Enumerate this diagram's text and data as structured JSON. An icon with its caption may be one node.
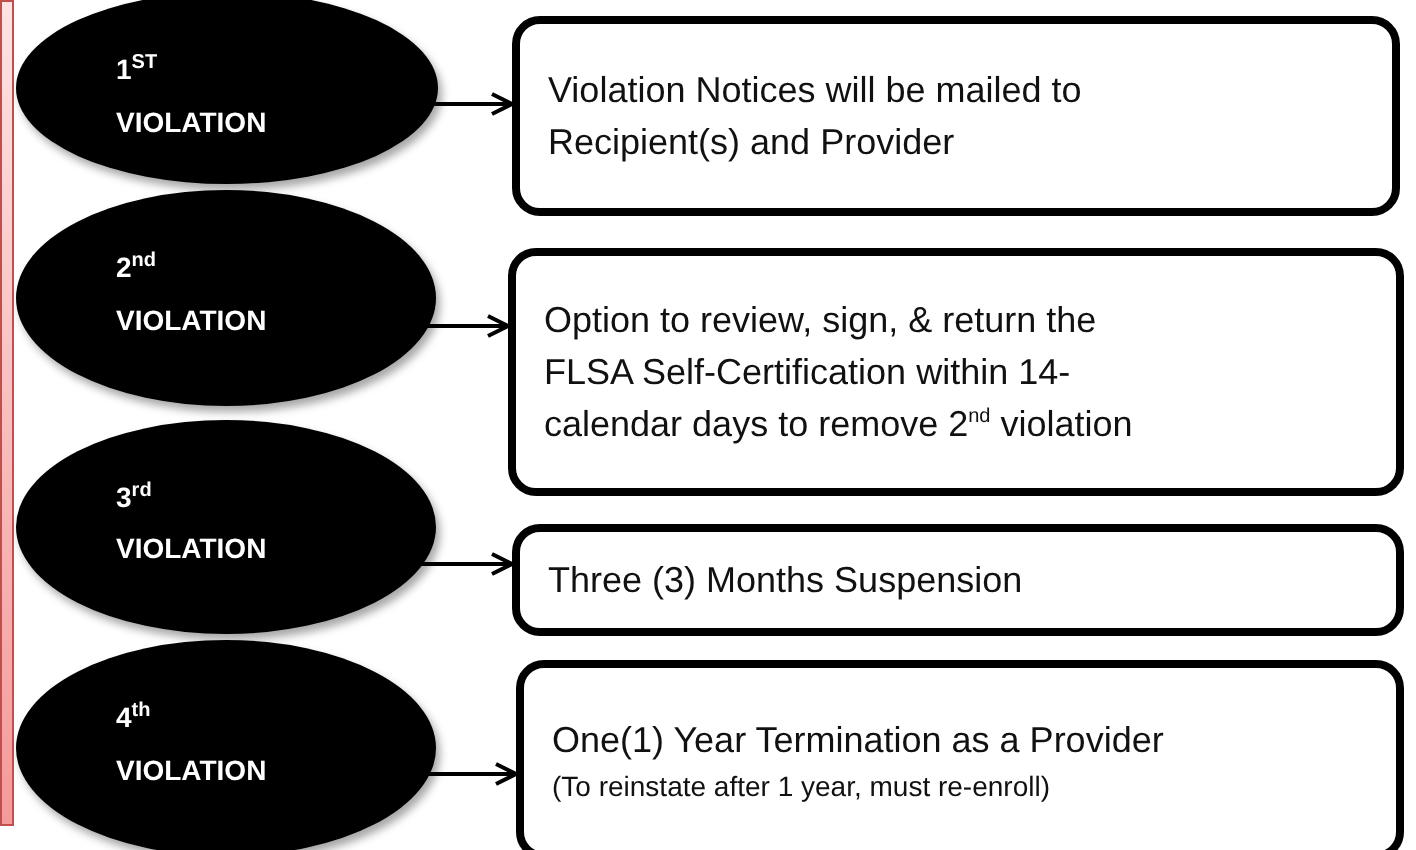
{
  "diagram": {
    "nodes": [
      {
        "text": [],
        "shape": "bar"
      },
      {
        "text": [
          "1$^{ST}$ VIOLATION"
        ]
      },
      {
        "text": [
          "2$^{nd}$ VIOLATION"
        ]
      },
      {
        "text": [
          "3$^{rd}$ VIOLATION"
        ]
      },
      {
        "text": [
          "4$^{th}$ VIOLATION"
        ]
      },
      {
        "text": [
          "Violation Notices will be mailed to Recipient(s) and Provider"
        ]
      },
      {
        "text": [
          "Option to review, sign, & return the FLSA Self-Certification within 14-calendar days to remove 2$^{nd}$ violation"
        ]
      },
      {
        "text": [
          "Three (3) Months Suspension"
        ]
      },
      {
        "text": [
          "One(1) Year Termination as a Provider",
          "(To reinstate after 1 year, must re-enroll)"
        ]
      }
    ],
    "edges": [
      {
        "from": 1,
        "to": 5,
        "arrow": "to"
      },
      {
        "from": 2,
        "to": 6,
        "arrow": "to"
      },
      {
        "from": 3,
        "to": 7,
        "arrow": "to"
      },
      {
        "from": 4,
        "to": 8,
        "arrow": "to"
      }
    ]
  }
}
